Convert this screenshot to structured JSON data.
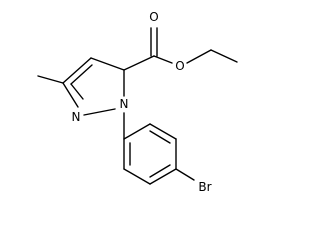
{
  "molecule": {
    "atom_labels": {
      "nitrogen_ring": "N",
      "nitrogen_substituted": "N",
      "oxygen_carbonyl": "O",
      "oxygen_ester": "O",
      "bromine": "Br"
    },
    "colors": {
      "bond": "#000000",
      "label": "#000000",
      "background": "#ffffff"
    }
  }
}
